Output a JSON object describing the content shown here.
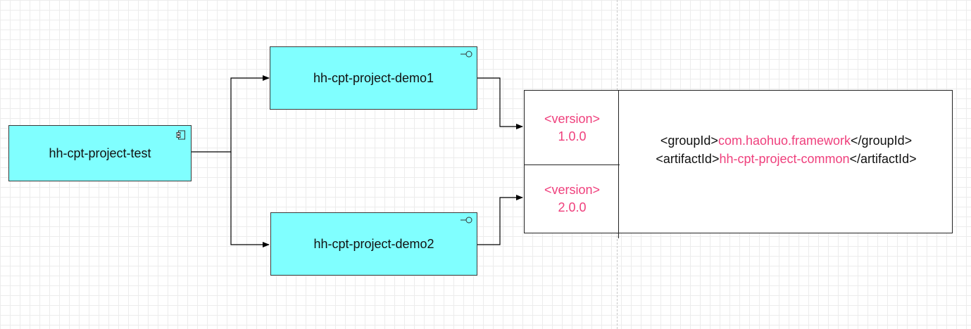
{
  "nodes": {
    "test": {
      "label": "hh-cpt-project-test",
      "icon": "component-icon"
    },
    "demo1": {
      "label": "hh-cpt-project-demo1",
      "icon": "interface-lollipop-icon"
    },
    "demo2": {
      "label": "hh-cpt-project-demo2",
      "icon": "interface-lollipop-icon"
    }
  },
  "artifact_table": {
    "versions": [
      {
        "tag": "<version>",
        "value": "1.0.0"
      },
      {
        "tag": "<version>",
        "value": "2.0.0"
      }
    ],
    "group_open": "<groupId>",
    "group_id": "com.haohuo.framework",
    "group_close": "</groupId>",
    "artifact_open": "<artifactId>",
    "artifact_id": "hh-cpt-project-common",
    "artifact_close": "</artifactId>"
  },
  "colors": {
    "node_fill": "#80ffff",
    "highlight": "#ef3f7c",
    "line": "#000000"
  }
}
